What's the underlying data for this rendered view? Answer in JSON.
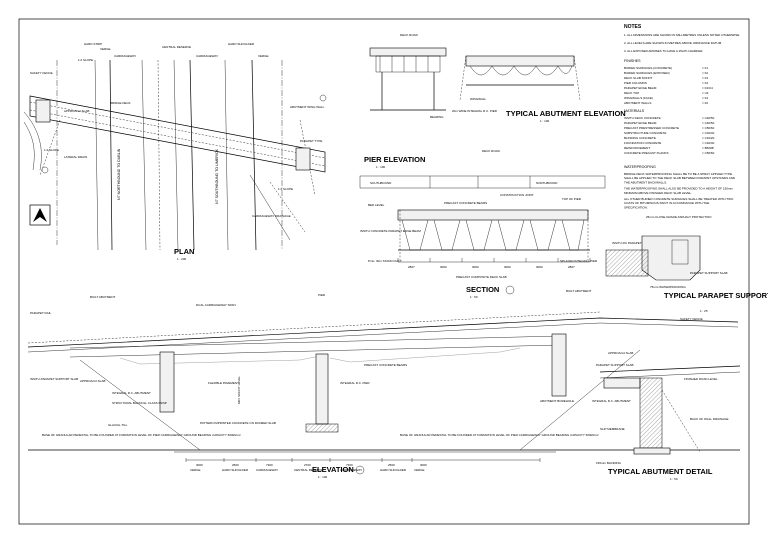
{
  "plan": {
    "title": "PLAN",
    "scale": "1 : 200",
    "road_labels": [
      "N7 NORTHBOUND TO DUBLIN",
      "N7 SOUTHBOUND TO LIMERICK"
    ],
    "slope_labels": [
      "1:2 SLOPE",
      "1:2 SLOPE",
      "1:2 SLOPE"
    ],
    "strip_labels": [
      "HARD STRIP",
      "VERGE",
      "CARRIAGEWAY",
      "CENTRAL RESERVE",
      "CARRIAGEWAY",
      "HARD SHOULDER",
      "VERGE"
    ],
    "notes": [
      "PARAPET TYPE",
      "ABUTMENT WING WALL",
      "LAYBY",
      "APPROACH SLAB",
      "BRIDGE DECK",
      "ESCALATOR / ACCESS STEPS",
      "LATERAL DRAIN",
      "CARRIAGEWAY DRAINAGE",
      "SAFETY FENCE"
    ]
  },
  "abutment_elevation": {
    "title": "TYPICAL ABUTMENT ELEVATION",
    "scale": "1 : 100",
    "labels": [
      "DECK ROAD",
      "BEARING",
      "WINGWALL",
      "20m WIDE INTEGRAL R.C. PIER"
    ]
  },
  "pier_elevation": {
    "title": "PIER ELEVATION",
    "scale": "1 : 100",
    "labels": [
      "DECK ROAD",
      "SOUTHBOUND",
      "NORTHBOUND",
      "CONSTRUCTION JOINT",
      "PRECAST CONCRETE BEAMS",
      "TOP OF PIER",
      "BED LEVEL",
      "8 No. 30m STAND DUCT",
      "INSITU CONCRETE PARAPET EDGE BEAM",
      "PRECAST COMPOSITE DECK SLAB",
      "SPLAYED INTEGRAL PIER"
    ]
  },
  "section": {
    "title": "SECTION",
    "scale": "1 : 50",
    "dims": [
      "2867",
      "3000",
      "3000",
      "3000",
      "3000",
      "2867"
    ]
  },
  "parapet_section": {
    "title": "TYPICAL PARAPET SUPPORT SLAB SECTION",
    "scale": "1 : 25",
    "labels": [
      "25mm CLOSE GRADE ASPHALT PROTECTION",
      "INSITU RC PARAPET",
      "PARAPET SUPPORT SLAB",
      "75mm WATERPROOFING"
    ]
  },
  "elevation": {
    "title": "ELEVATION",
    "scale": "1 : 100",
    "labels": [
      "BUILT ABUTMENT",
      "PIER",
      "BUILT ABUTMENT",
      "PARAPET RAIL",
      "DUAL CARRIAGEWAY SPAN",
      "SAFETY FENCE",
      "INSITU PARAPET SUPPORT SLAB",
      "APPROACH SLAB",
      "PRECAST CONCRETE BEAMS",
      "INTEGRAL R.C. PIER",
      "INTEGRAL R.C. ABUTMENT",
      "STRUCTURAL BACKFILL CLASS 6N/6P",
      "GLACIAL TILL",
      "FLEXIBLE PAVEMENT",
      "PATTERN IMPRINTED CONCRETE ON FRAMED SLAB",
      "ABUTMENT BOREHOLE",
      "MIN. SOFFIT LEVEL"
    ],
    "bottom_dims": [
      "3000",
      "2500",
      "7300",
      "2700",
      "7300",
      "2500",
      "3000"
    ],
    "bottom_words": [
      "VERGE",
      "HARD SHOULDER",
      "CARRIAGEWAY",
      "CENTRAL RESERVE",
      "CARRIAGEWAY",
      "HARD SHOULDER",
      "VERGE"
    ],
    "footnote_left": "BASE OF GRANULAR PEDESTAL TO BE FOUNDED AT FORMATION LEVEL OF PIER CARRIAGEWAY GROUND BEARING CAPACITY 500kN/m²",
    "footnote_right": "BASE OF GRANULAR PEDESTAL TO BE FOUNDED AT FORMATION LEVEL OF PIER CARRIAGEWAY GROUND BEARING CAPACITY 500kN/m²"
  },
  "abutment_detail": {
    "title": "TYPICAL ABUTMENT DETAIL",
    "scale": "1 : 50",
    "labels": [
      "APPROACH SLAB",
      "PARAPET SUPPORT SLAB",
      "FINISHED ROAD LEVEL",
      "INTEGRAL R.C. ABUTMENT",
      "BACK OF WALL DRAINAGE",
      "150mm BLINDING",
      "SLIP MEMBRANE"
    ]
  },
  "notes": {
    "heading": "NOTES",
    "general": [
      "1. ALL DIMENSIONS ARE SHOWN IN MILLIMETRES UNLESS NOTED OTHERWISE.",
      "2. ALL LEVELS ARE SHOWN IN METRES ABOVE ORDNANCE DATUM.",
      "3. ALL EXPOSED ARRISES TO HAVE A 25x25 CHAMFER."
    ],
    "finishes_heading": "FINISHES",
    "finishes": [
      {
        "item": "BURIED SURFACES (CONCRETE)",
        "code": "F1"
      },
      {
        "item": "BURIED SURFACES (EXPOSED)",
        "code": "F2"
      },
      {
        "item": "DECK SLAB SOFFIT",
        "code": "F3"
      },
      {
        "item": "PIER COLUMNS",
        "code": "F4"
      },
      {
        "item": "PARAPET EDGE BEAM",
        "code": "F4/U4"
      },
      {
        "item": "DECK TOP",
        "code": "U4"
      },
      {
        "item": "WINGWALLS (FACE)",
        "code": "F4"
      },
      {
        "item": "ABUTMENT WALLS",
        "code": "F2"
      }
    ],
    "materials_heading": "MATERIALS",
    "materials": [
      {
        "item": "INSITU DECK CONCRETE",
        "code": "C40/50"
      },
      {
        "item": "PARAPET EDGE BEAM",
        "code": "C40/50"
      },
      {
        "item": "PRECAST PRESTRESSED CONCRETE",
        "code": "C50/60"
      },
      {
        "item": "SUBSTRUCTURE CONCRETE",
        "code": "C32/40"
      },
      {
        "item": "BLINDING CONCRETE",
        "code": "C16/20"
      },
      {
        "item": "FOUNDATION CONCRETE",
        "code": "C32/40"
      },
      {
        "item": "REINFORCEMENT",
        "code": "B500B"
      },
      {
        "item": "CONCRETE PRECAST PLANKS",
        "code": "C50/60"
      }
    ],
    "waterproofing_heading": "WATERPROOFING",
    "waterproofing": [
      "BRIDGE DECK WATERPROOFING SHALL BE TO BE A SPRAY APPLIED TYPE. SHALL BE APPLIED TO THE DECK SLAB BETWEEN PARAPET UPSTANDS AND THE ABUTMENT BACKWALLS.",
      "THE WATERPROOFING SHALL ALSO BE PROVIDED TO A HEIGHT OF 150mm MINIMUM ABOVE FINISHED DECK SLAB LEVEL.",
      "ALL OTHER BURIED CONCRETE SURFACES SHALL BE TREATED WITH TWO COATS OF BITUMINOUS PAINT IN ACCORDANCE WITH THE SPECIFICATION."
    ]
  }
}
